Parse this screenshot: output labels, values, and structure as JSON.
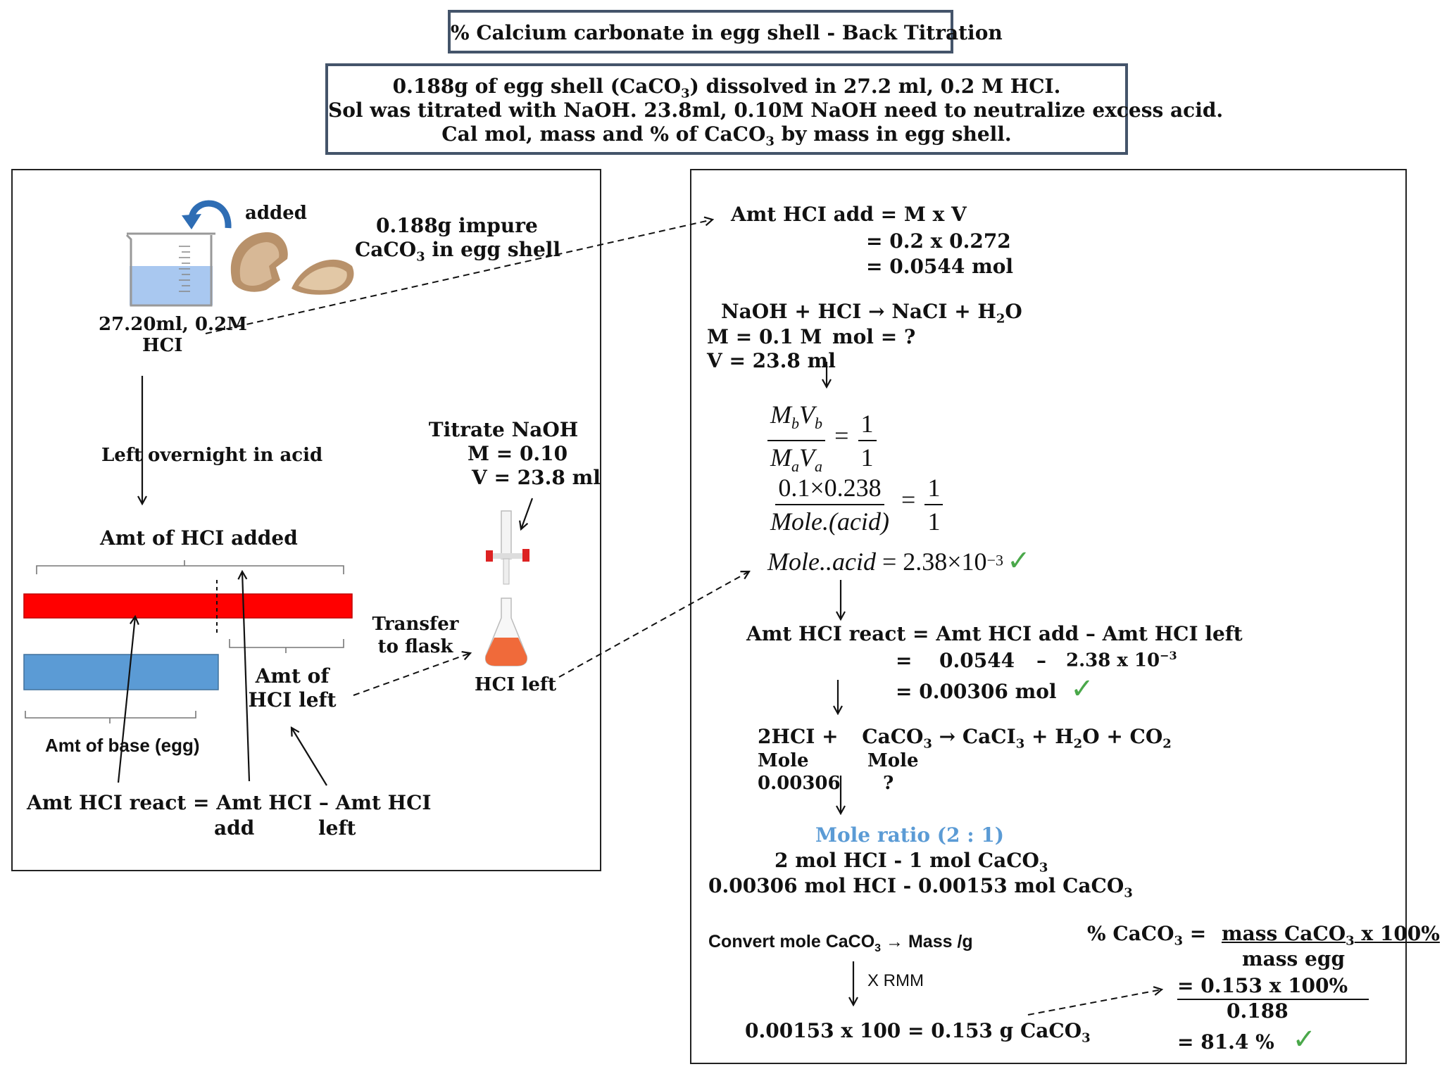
{
  "title": "% Calcium carbonate in egg shell - Back Titration",
  "problem": {
    "line1_a": "0.188g of egg shell (CaCO",
    "line1_b": ") dissolved in 27.2 ml, 0.2 M HCI.",
    "line2": "Sol was titrated with NaOH. 23.8ml, 0.10M NaOH need to neutralize excess acid.",
    "line3_a": "Cal mol, mass and % of CaCO",
    "line3_b": " by mass in egg shell.",
    "sub3": "3"
  },
  "left": {
    "added": "added",
    "impure_1": "0.188g impure",
    "impure_2a": "CaCO",
    "impure_2b": " in egg shell",
    "beaker_1": "27.20ml, 0.2M",
    "beaker_2": "HCI",
    "left_word": "Left",
    "overnight": "overnight in acid",
    "titrate": "Titrate NaOH",
    "titrate_m": "M = 0.10",
    "titrate_v": "V = 23.8 ml",
    "amt_hcl_added": "Amt of HCI added",
    "transfer_1": "Transfer",
    "transfer_2": "to flask",
    "hcl_left_flask": "HCI left",
    "amt_of_1": "Amt of",
    "amt_of_2": "HCI left",
    "amt_base": "Amt of base (egg)",
    "eq_react": "Amt HCI react = Amt HCI – Amt HCI",
    "eq_add": "add",
    "eq_left": "left",
    "colors": {
      "acid_bar": "#ff0000",
      "base_bar": "#5b9bd5",
      "beaker_liquid": "#a9c8f0",
      "arrow_blue": "#2e6db4",
      "flask_liquid": "#f06a3a"
    }
  },
  "right": {
    "s1_a": "Amt HCI add = M x V",
    "s1_b": "= 0.2  x 0.272",
    "s1_c": "= 0.0544 mol",
    "rxn1": "NaOH   +   HCI   →  NaCI  +  H",
    "rxn1_b": "O",
    "sub2": "2",
    "m_naoh": "M = 0.1 M",
    "mol_q": "mol = ?",
    "v_naoh": "V = 23.8 ml",
    "f_num_a": "M",
    "f_num_b": "V",
    "f_sub_b": "b",
    "f_sub_a": "a",
    "one": "1",
    "eq": "=",
    "f2_num": "0.1×0.238",
    "f2_den": "Mole.(acid)",
    "mole_acid": "Mole..acid",
    "mole_acid_val": " = 2.38×10",
    "exp": "−3",
    "check": "✓",
    "react_1": "Amt HCI react  = Amt HCI add – Amt HCI left",
    "react_2a": "=",
    "react_2b": "0.0544",
    "react_2c": "–",
    "react_2d": "2.38 x 10",
    "react_3": "= 0.00306 mol",
    "rxn2_a": "2HCI   +",
    "rxn2_b": "CaCO",
    "rxn2_c": " →  CaCI",
    "rxn2_d": "  +  H",
    "rxn2_e": "O  +    CO",
    "sub3": "3",
    "mole": "Mole",
    "mole2": "Mole",
    "val_00306": "0.00306",
    "qmark": "?",
    "ratio_title": "Mole ratio (2 : 1)",
    "ratio_1a": "2 mol HCI  -  1 mol CaCO",
    "ratio_2a": "0.00306 mol HCI   -  0.00153 mol CaCO",
    "convert_a": "Convert mole CaCO",
    "convert_b": "→  Mass /g",
    "x_rmm": "X RMM",
    "mass_result_a": "0.00153 x 100 = 0.153 g CaCO",
    "pct_a": "% CaCO",
    "pct_b": "  =",
    "pct_num_a": "mass CaCO",
    "pct_num_b": "  x 100%",
    "pct_den": "mass egg",
    "pct2_num": "= 0.153  x 100%",
    "pct2_den": "0.188",
    "pct_final": "=  81.4 %"
  }
}
